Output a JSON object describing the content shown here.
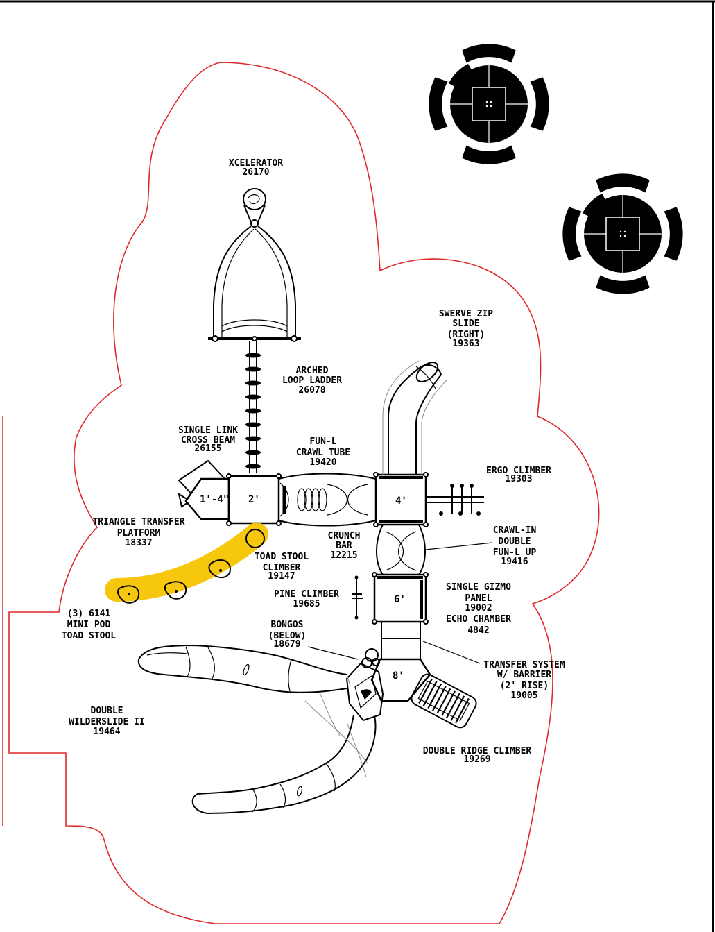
{
  "colors": {
    "boundary": "#e0282a",
    "highlight": "#f5c400",
    "ink": "#000000",
    "gray": "#888888"
  },
  "components": {
    "xcelerator": {
      "name": "XCELERATOR",
      "part": "26170"
    },
    "arched_loop_ladder": {
      "line1": "ARCHED",
      "line2": "LOOP LADDER",
      "part": "26078"
    },
    "single_link_cross_beam": {
      "line1": "SINGLE LINK",
      "line2": "CROSS BEAM",
      "part": "26155"
    },
    "fun_l_crawl_tube": {
      "line1": "FUN-L",
      "line2": "CRAWL TUBE",
      "part": "19420"
    },
    "swerve_zip_slide": {
      "line1": "SWERVE ZIP",
      "line2": "SLIDE",
      "line3": "(RIGHT)",
      "part": "19363"
    },
    "ergo_climber": {
      "name": "ERGO CLIMBER",
      "part": "19303"
    },
    "triangle_transfer_platform": {
      "line1": "TRIANGLE TRANSFER",
      "line2": "PLATFORM",
      "part": "18337"
    },
    "crunch_bar": {
      "line1": "CRUNCH",
      "line2": "BAR",
      "part": "12215"
    },
    "crawl_in_double_fun_l_up": {
      "line1": "CRAWL-IN",
      "line2": "DOUBLE",
      "line3": "FUN-L UP",
      "part": "19416"
    },
    "toad_stool_climber": {
      "line1": "TOAD STOOL",
      "line2": "CLIMBER",
      "part": "19147"
    },
    "pine_climber": {
      "name": "PINE CLIMBER",
      "part": "19685"
    },
    "single_gizmo_panel": {
      "line1": "SINGLE GIZMO",
      "line2": "PANEL",
      "part": "19002"
    },
    "echo_chamber": {
      "name": "ECHO CHAMBER",
      "part": "4842"
    },
    "mini_pod_toad_stool": {
      "line1": "(3)  6141",
      "line2": "MINI POD",
      "line3": "TOAD STOOL"
    },
    "bongos": {
      "line1": "BONGOS",
      "line2": "(BELOW)",
      "part": "18679"
    },
    "transfer_system": {
      "line1": "TRANSFER SYSTEM",
      "line2": "W/ BARRIER",
      "line3": "(2' RISE)",
      "part": "19005"
    },
    "double_wilderslide": {
      "line1": "DOUBLE",
      "line2": "WILDERSLIDE II",
      "part": "19464"
    },
    "double_ridge_climber": {
      "name": "DOUBLE RIDGE CLIMBER",
      "part": "19269"
    }
  },
  "decks": {
    "d1": "1'-4\"",
    "d2": "2'",
    "d4": "4'",
    "d6": "6'",
    "d8": "8'"
  }
}
